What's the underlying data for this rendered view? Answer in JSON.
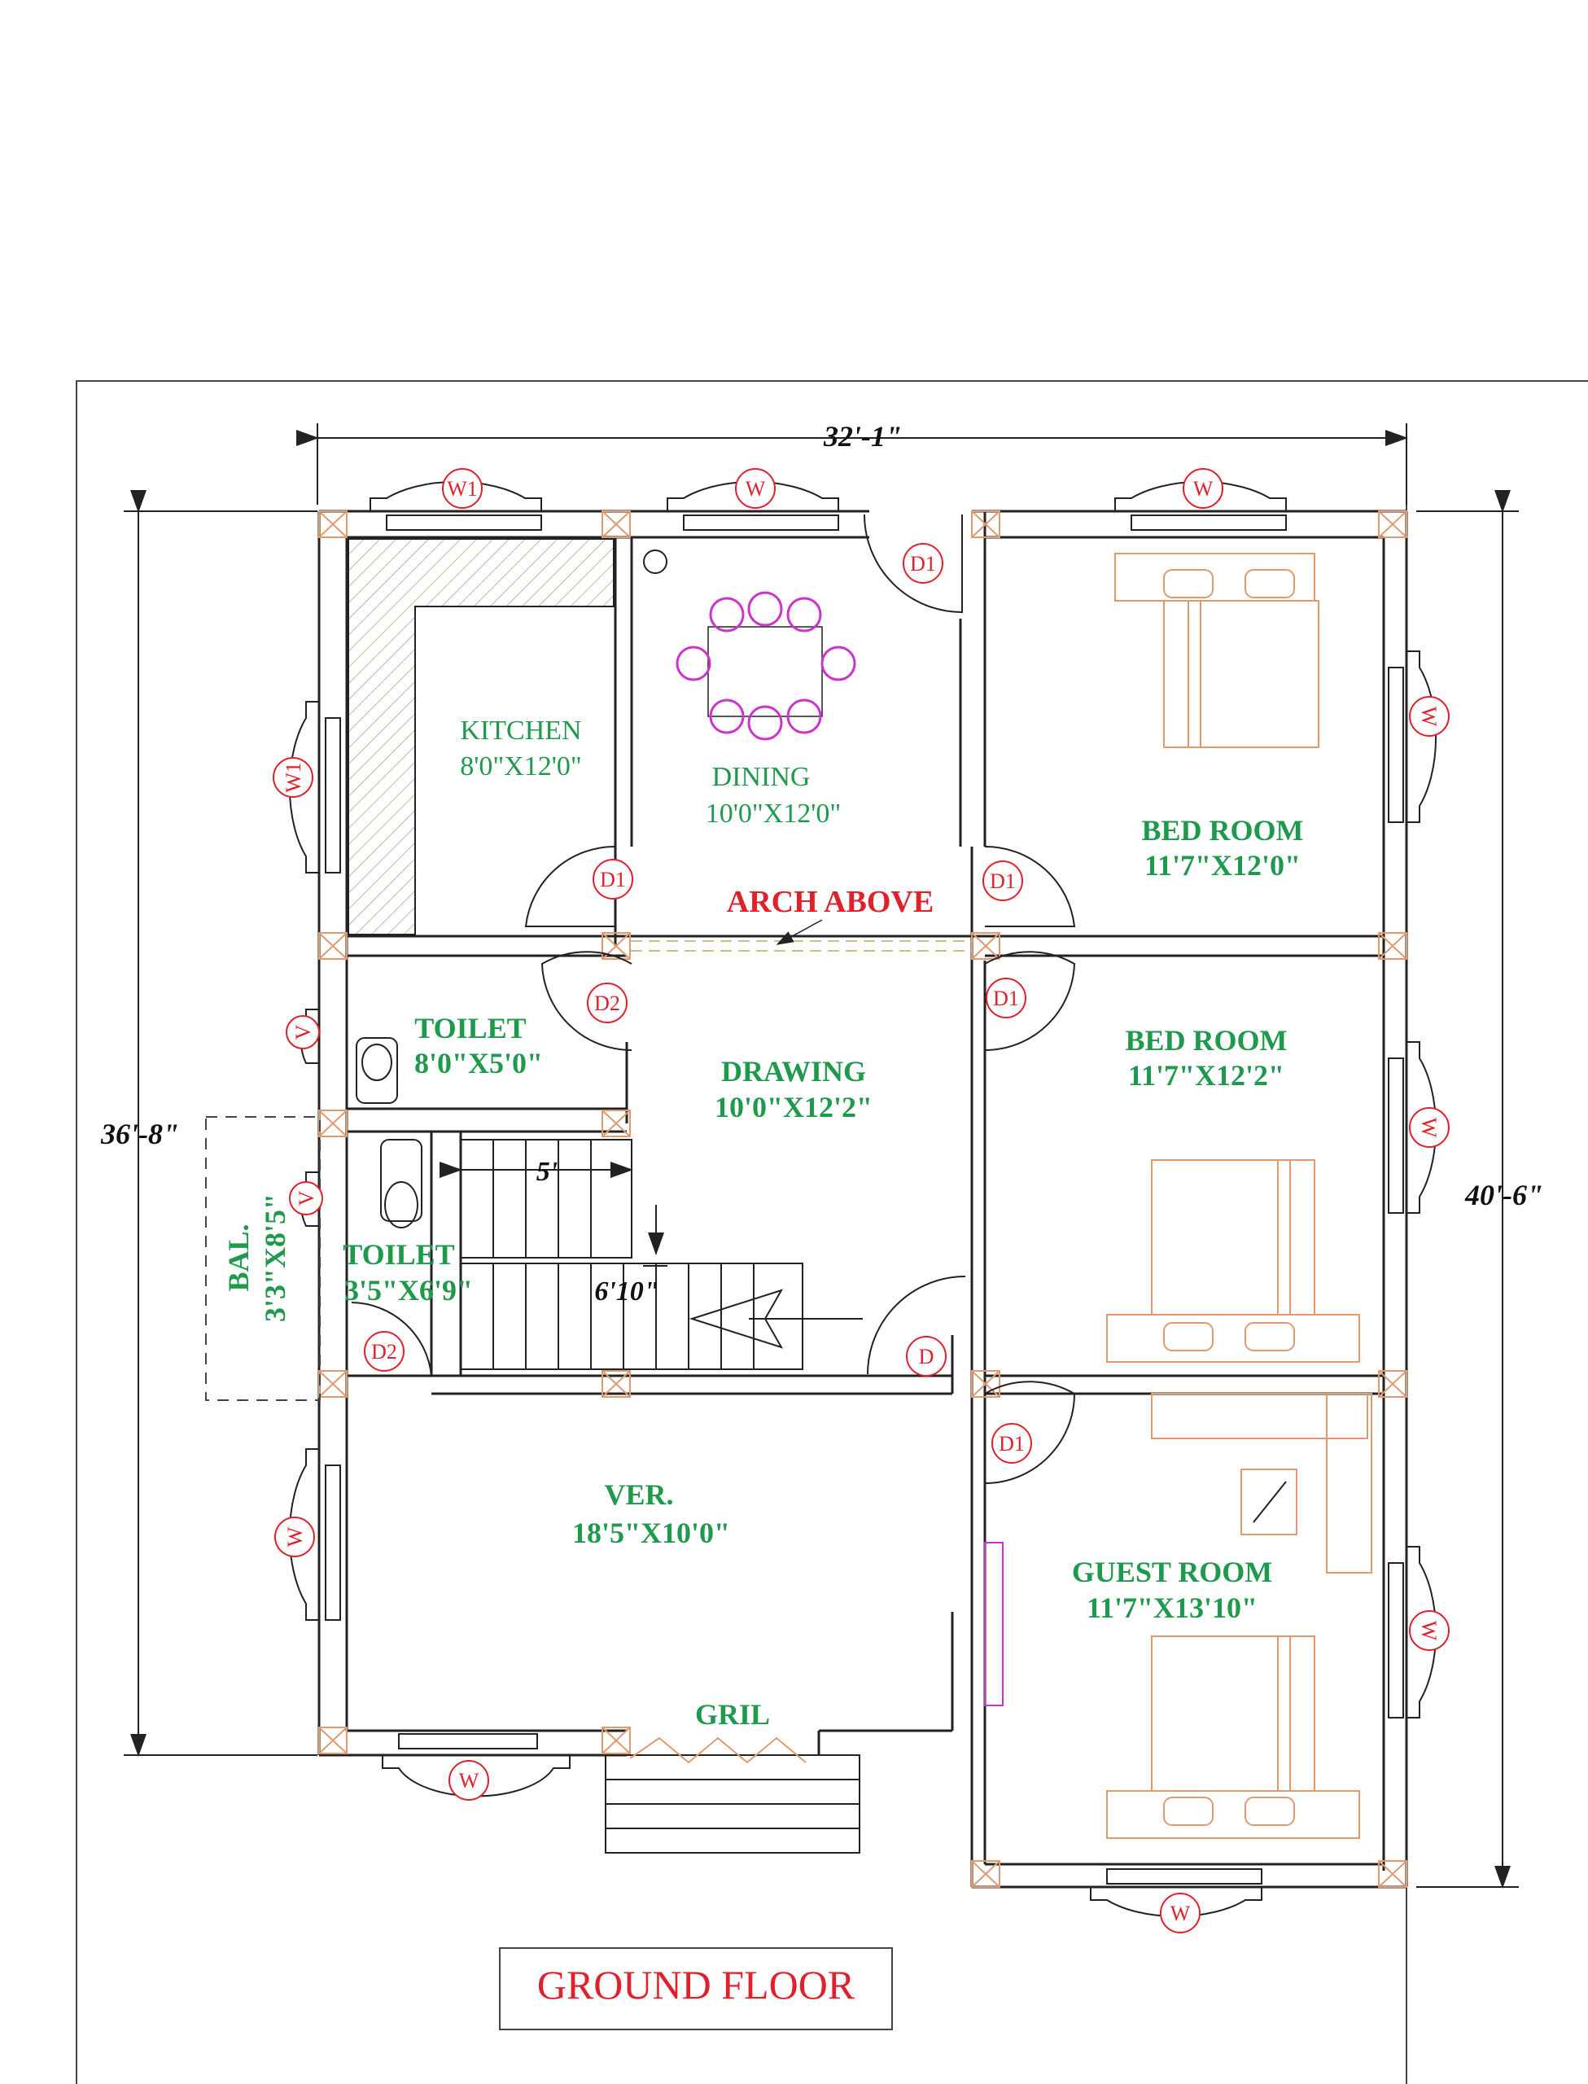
{
  "title": "GROUND FLOOR",
  "dimensions": {
    "top_width": "32'-1\"",
    "left_height": "36'-8\"",
    "right_height": "40'-6\""
  },
  "rooms": {
    "kitchen": {
      "name": "KITCHEN",
      "size": "8'0\"X12'0\""
    },
    "dining": {
      "name": "DINING",
      "size": "10'0\"X12'0\""
    },
    "bedroom1": {
      "name": "BED ROOM",
      "size": "11'7\"X12'0\""
    },
    "bedroom2": {
      "name": "BED ROOM",
      "size": "11'7\"X12'2\""
    },
    "toilet1": {
      "name": "TOILET",
      "size": "8'0\"X5'0\""
    },
    "drawing": {
      "name": "DRAWING",
      "size": "10'0\"X12'2\""
    },
    "toilet2": {
      "name": "TOILET",
      "size": "3'5\"X6'9\""
    },
    "balcony": {
      "name": "BAL.",
      "size": "3'3\"X8'5\""
    },
    "verandah": {
      "name": "VER.",
      "size": "18'5\"X10'0\""
    },
    "guest": {
      "name": "GUEST ROOM",
      "size": "11'7\"X13'10\""
    }
  },
  "notes": {
    "arch": "ARCH ABOVE",
    "gril": "GRIL",
    "stair_width": "5'",
    "stair_run": "6'10\""
  },
  "tags": {
    "w": "W",
    "w1": "W1",
    "v": "V",
    "d": "D",
    "d1": "D1",
    "d2": "D2"
  },
  "colors": {
    "room_label": "#1f9a4c",
    "tag": "#e0202a",
    "wall": "#222222",
    "furniture": "#e09a70",
    "dining_table": "#cc33cc",
    "kitchen_hatch": "#a9c79a"
  }
}
